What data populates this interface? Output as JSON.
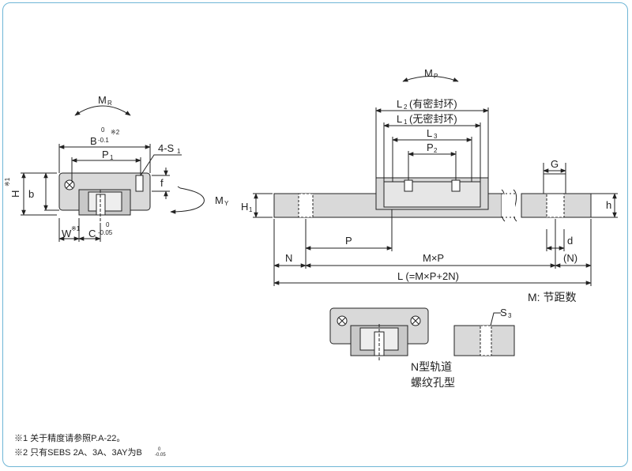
{
  "section_view": {
    "rotation_label": "M",
    "rotation_sub": "R",
    "width_label": "B",
    "width_tol_upper": "0",
    "width_tol_lower": "-0.1",
    "width_note": "※2",
    "pitch_label": "P",
    "pitch_sub": "1",
    "holes_label": "4-S",
    "holes_sub": "1",
    "height_label": "H",
    "height_note": "※1",
    "body_height_label": "b",
    "flange_label": "f",
    "yaw_label": "M",
    "yaw_sub": "Y",
    "rail_width_label": "W",
    "rail_width_note": "※1",
    "offset_label": "C",
    "offset_tol_upper": "0",
    "offset_tol_lower": "-0.05"
  },
  "side_view": {
    "pitch_moment_label": "M",
    "pitch_moment_sub": "P",
    "l2_label": "L",
    "l2_sub": "2",
    "l2_text": "(有密封环)",
    "l1_label": "L",
    "l1_sub": "1",
    "l1_text": "(无密封环)",
    "l3_label": "L",
    "l3_sub": "3",
    "p2_label": "P",
    "p2_sub": "2",
    "h1_label": "H",
    "h1_sub": "1",
    "g_label": "G",
    "h_label": "h",
    "p_label": "P",
    "d_label": "d",
    "n_label": "N",
    "mxp_label": "M×P",
    "n_paren_label": "(N)",
    "total_label": "L (=M×P+2N)",
    "m_note": "M: 节距数"
  },
  "inset_view": {
    "s3_label": "S",
    "s3_sub": "3",
    "type_line1": "N型轨道",
    "type_line2": "螺纹孔型"
  },
  "footnotes": {
    "note1": "※1 关于精度请参照P.A-22。",
    "note2": "※2 只有SEBS 2A、3A、3AY为B",
    "note2_tol_upper": "0",
    "note2_tol_lower": "-0.05"
  },
  "colors": {
    "frame": "#6fb6d6",
    "body_fill": "#d9d9d9",
    "line": "#222222"
  }
}
